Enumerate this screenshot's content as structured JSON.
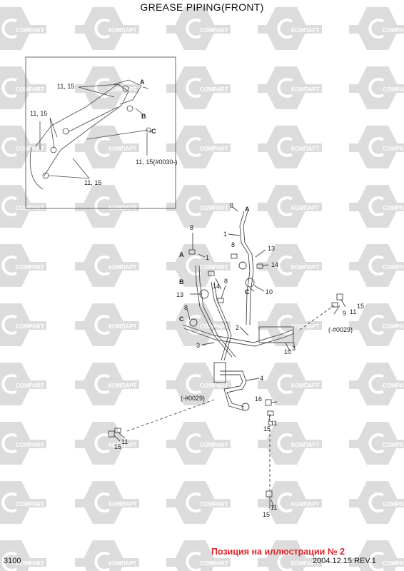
{
  "title": "GREASE PIPING(FRONT)",
  "footer": {
    "page_number": "3100",
    "date_revision": "2004.12.15  REV.1",
    "position_note": "Позиция на иллюстрации № 2"
  },
  "colors": {
    "watermark_fill": "#dcdcdc",
    "watermark_text": "#ffffff",
    "line": "#444444",
    "position_note": "#e0242b"
  },
  "watermark": {
    "text_latin": "COMPART",
    "text_cyrillic": "КОМПАРТ",
    "icon": "compart-logo-icon"
  },
  "inset": {
    "labels": [
      "A",
      "B",
      "C",
      "11, 15",
      "11, 15",
      "11, 15",
      "11, 15(#0030-)"
    ]
  },
  "callouts": {
    "top_pipe": [
      "8",
      "A",
      "1",
      "13",
      "8",
      "14"
    ],
    "left_pipe": [
      "8",
      "A",
      "1",
      "B",
      "13",
      "14",
      "8",
      "C",
      "8"
    ],
    "middle": [
      "10",
      "C",
      "3",
      "2",
      "10",
      "3",
      "4"
    ],
    "right_fitting": [
      "15",
      "11",
      "9",
      "(-#0029)"
    ],
    "left_fitting": [
      "(-#0029)",
      "15",
      "11"
    ],
    "bottom_fitting": [
      "16",
      "15",
      "11"
    ],
    "bottom_small": [
      "11",
      "15"
    ]
  }
}
